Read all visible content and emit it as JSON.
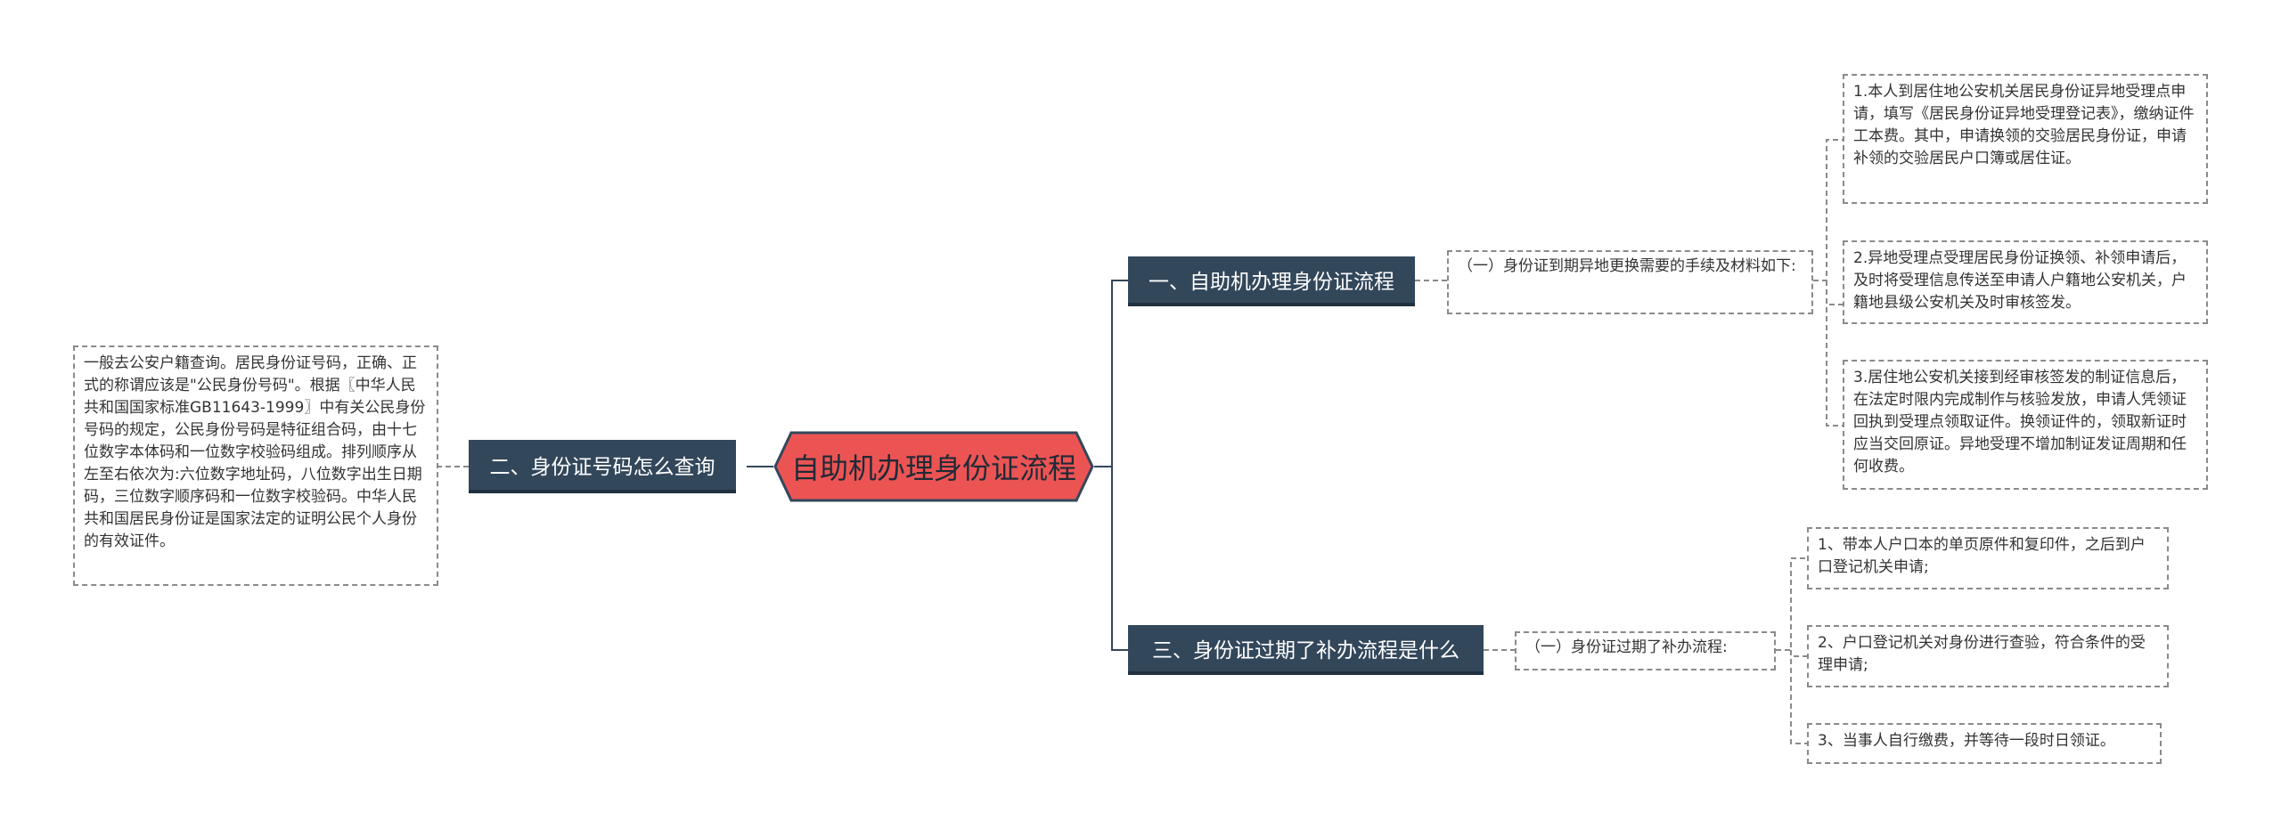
{
  "center": {
    "title": "自助机办理身份证流程"
  },
  "branches": {
    "b1": {
      "label": "一、自助机办理身份证流程"
    },
    "b2": {
      "label": "二、身份证号码怎么查询"
    },
    "b3": {
      "label": "三、身份证过期了补办流程是什么"
    }
  },
  "subs": {
    "s1": {
      "text": "（一）身份证到期异地更换需要的手续及材料如下:"
    },
    "s3": {
      "text": "（一）身份证过期了补办流程:"
    }
  },
  "leaves": {
    "b2_text": "一般去公安户籍查询。居民身份证号码，正确、正式的称谓应该是\"公民身份号码\"。根据〖中华人民共和国国家标准GB11643-1999〗中有关公民身份号码的规定，公民身份号码是特征组合码，由十七位数字本体码和一位数字校验码组成。排列顺序从左至右依次为:六位数字地址码，八位数字出生日期码，三位数字顺序码和一位数字校验码。中华人民共和国居民身份证是国家法定的证明公民个人身份的有效证件。",
    "s1_items": [
      "1.本人到居住地公安机关居民身份证异地受理点申请，填写《居民身份证异地受理登记表》，缴纳证件工本费。其中，申请换领的交验居民身份证，申请补领的交验居民户口簿或居住证。",
      "2.异地受理点受理居民身份证换领、补领申请后，及时将受理信息传送至申请人户籍地公安机关，户籍地县级公安机关及时审核签发。",
      "3.居住地公安机关接到经审核签发的制证信息后，在法定时限内完成制作与核验发放，申请人凭领证回执到受理点领取证件。换领证件的，领取新证时应当交回原证。异地受理不增加制证发证周期和任何收费。"
    ],
    "s3_items": [
      "1、带本人户口本的单页原件和复印件，之后到户口登记机关申请;",
      "2、户口登记机关对身份进行查验，符合条件的受理申请;",
      "3、当事人自行缴费，并等待一段时日领证。"
    ]
  },
  "colors": {
    "center_fill": "#ec5454",
    "center_border": "#33475b",
    "branch_fill": "#33475b",
    "connector": "#33475b",
    "dashed": "#8a8a8a"
  }
}
